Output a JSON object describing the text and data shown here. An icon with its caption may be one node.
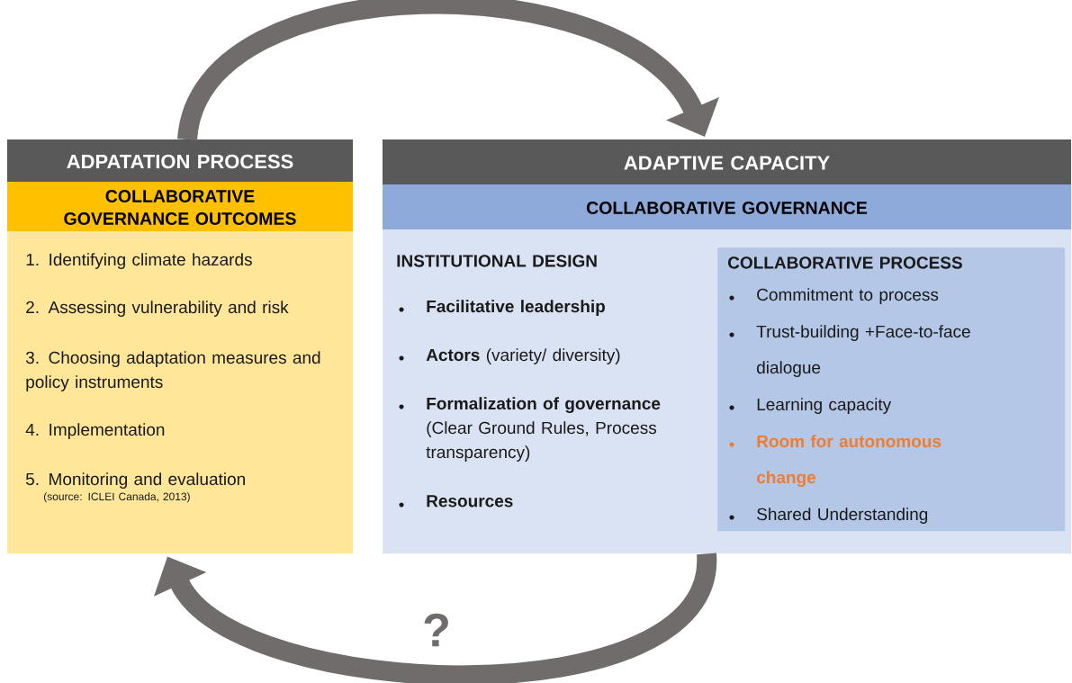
{
  "diagram": {
    "nodes": [
      {
        "text": [
          "ADPATATION PROCESS",
          "COLLABORATIVE GOVERNANCE OUTCOMES",
          "1. Identifying climate hazards",
          "2. Assessing vulnerability and risk",
          "3. Choosing adaptation measures and policy instruments",
          "4. Implementation",
          "5. Monitoring and evaluation",
          "(source: ICLEI Canada, 2013)"
        ]
      },
      {
        "text": [
          "ADAPTIVE CAPACITY",
          "COLLABORATIVE GOVERNANCE",
          "INSTITUTIONAL DESIGN",
          "Facilitative leadership",
          "**Actors** (variety/ diversity)",
          "**Formalization of governance** (Clear Ground Rules, Process transparency)",
          "Resources"
        ]
      },
      {
        "text": [
          "COLLABORATIVE PROCESS",
          "Commitment to process",
          "Trust-building +Face-to-face dialogue",
          "Learning capacity",
          "Room for autonomous change",
          "Shared Understanding"
        ],
        "in": 1
      }
    ],
    "edges": [
      {
        "from": 0,
        "to": 1,
        "arrow": "to"
      },
      {
        "from": 1,
        "to": 0,
        "arrow": "to",
        "label": "?"
      }
    ]
  }
}
